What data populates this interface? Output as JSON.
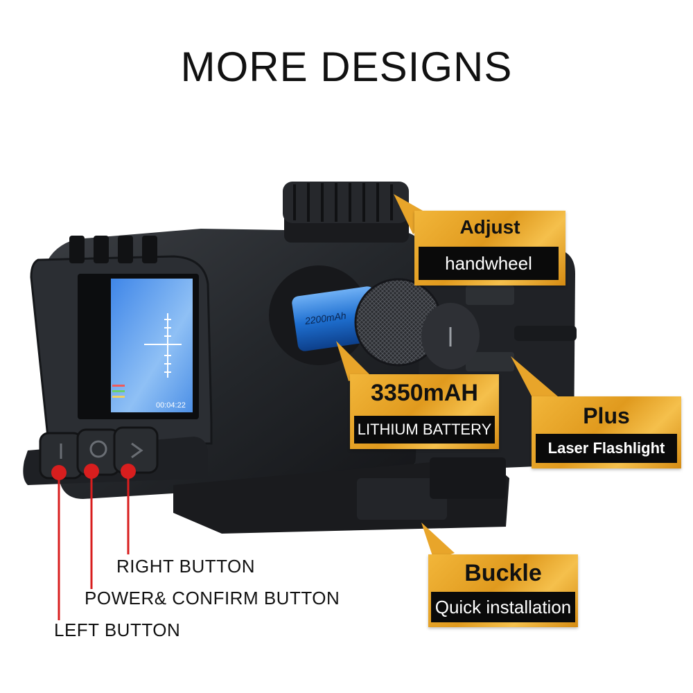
{
  "title": "MORE DESIGNS",
  "device": {
    "battery_print": "2200mAh",
    "timer": "00:04:22",
    "accent": "#1e6fd0",
    "marker_color": "#d81e1e"
  },
  "callouts": {
    "handwheel": {
      "head": "Adjust",
      "sub": "handwheel"
    },
    "battery": {
      "head": "3350mAH",
      "sub": "LITHIUM BATTERY"
    },
    "flashlight": {
      "head": "Plus",
      "sub": "Laser Flashlight"
    },
    "buckle": {
      "head": "Buckle",
      "sub": "Quick installation"
    }
  },
  "buttons": {
    "right": "RIGHT BUTTON",
    "power": "POWER& CONFIRM BUTTON",
    "left": "LEFT BUTTON"
  }
}
